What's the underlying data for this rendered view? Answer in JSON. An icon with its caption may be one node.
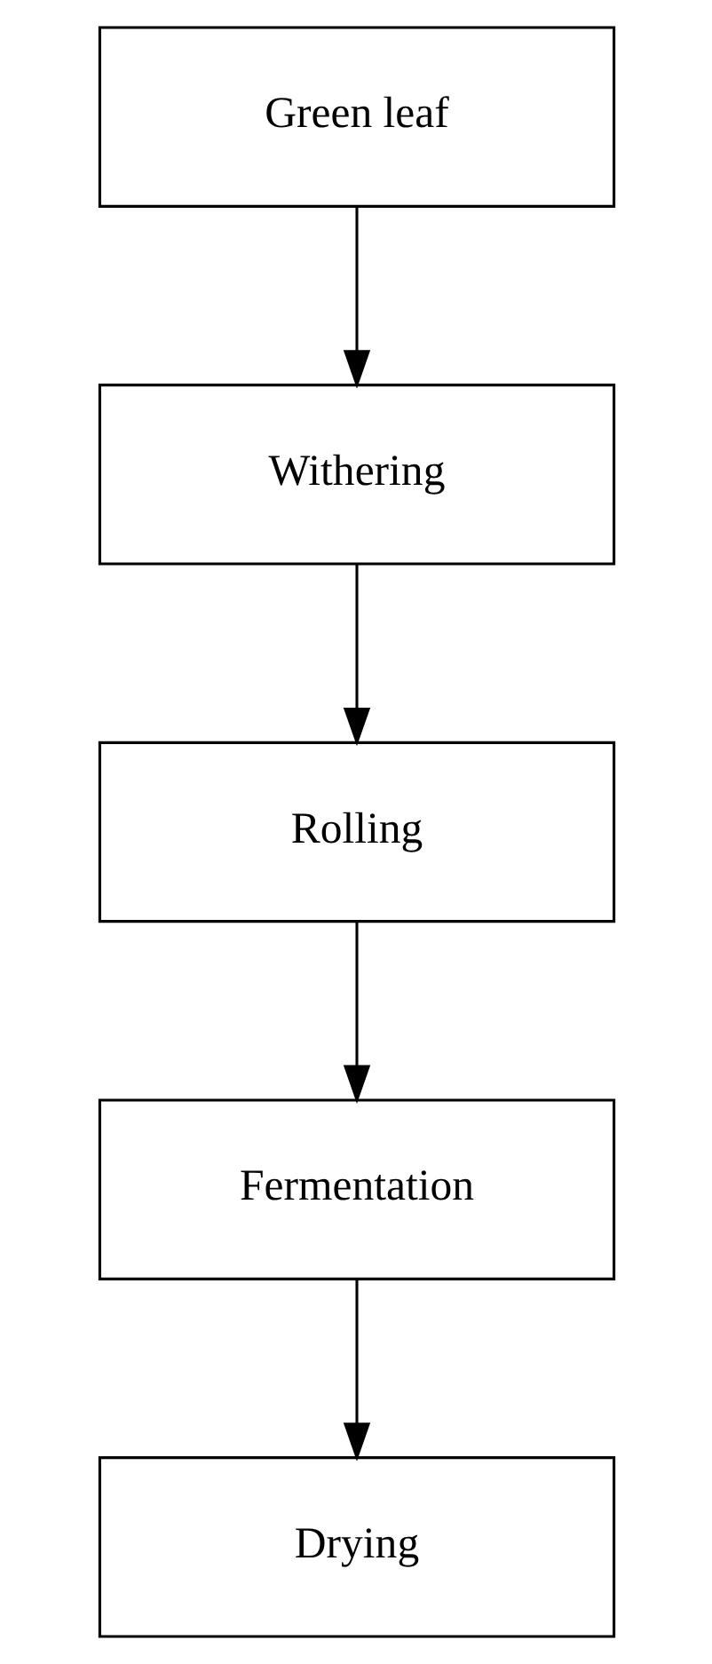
{
  "diagram": {
    "nodes": [
      {
        "text": [
          "Green leaf"
        ]
      },
      {
        "text": [
          "Withering"
        ]
      },
      {
        "text": [
          "Rolling"
        ]
      },
      {
        "text": [
          "Fermentation"
        ]
      },
      {
        "text": [
          "Drying"
        ]
      }
    ],
    "edges": [
      {
        "from": 0,
        "to": 1,
        "arrow": "to"
      },
      {
        "from": 1,
        "to": 2,
        "arrow": "to"
      },
      {
        "from": 2,
        "to": 3,
        "arrow": "to"
      },
      {
        "from": 3,
        "to": 4,
        "arrow": "to"
      }
    ]
  }
}
